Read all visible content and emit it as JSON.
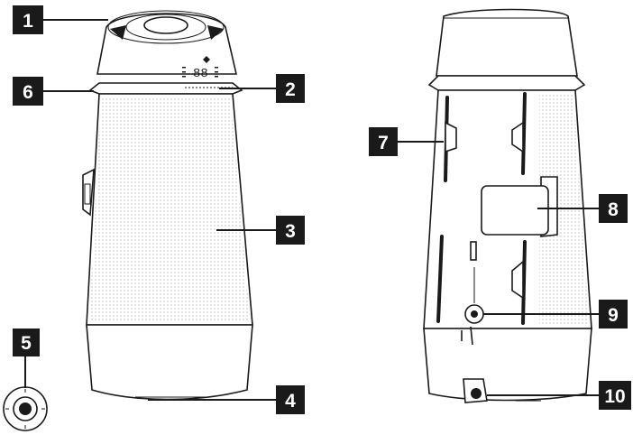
{
  "callouts": [
    {
      "id": "1",
      "label": "1"
    },
    {
      "id": "2",
      "label": "2"
    },
    {
      "id": "3",
      "label": "3"
    },
    {
      "id": "4",
      "label": "4"
    },
    {
      "id": "5",
      "label": "5"
    },
    {
      "id": "6",
      "label": "6"
    },
    {
      "id": "7",
      "label": "7"
    },
    {
      "id": "8",
      "label": "8"
    },
    {
      "id": "9",
      "label": "9"
    },
    {
      "id": "10",
      "label": "10"
    }
  ],
  "display": {
    "digits": "88"
  },
  "colors": {
    "outline": "#1a1a1a",
    "background": "#ffffff",
    "mesh_dot": "#9a9a9a"
  }
}
